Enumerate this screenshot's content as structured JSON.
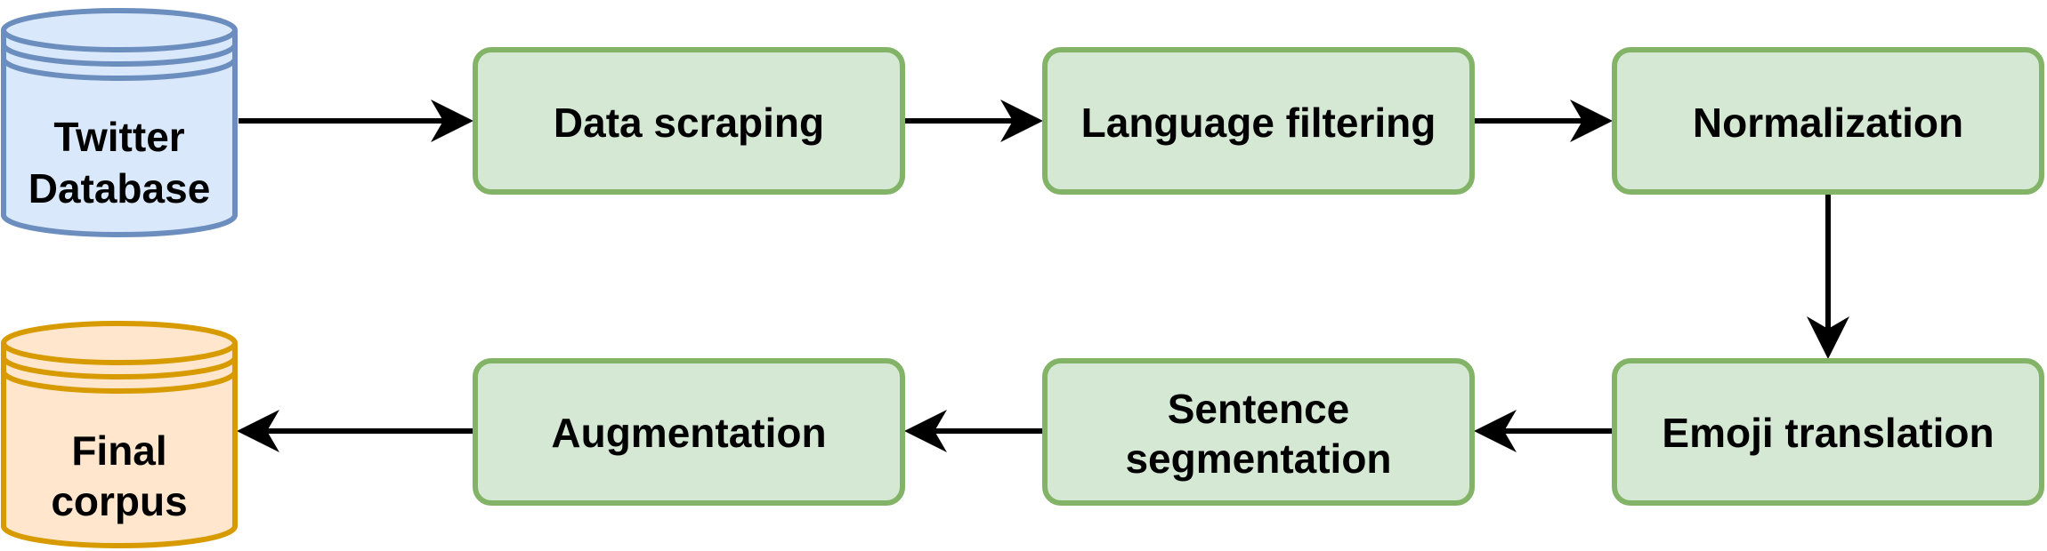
{
  "colors": {
    "process_fill": "#d5e8d4",
    "process_stroke": "#82b366",
    "source_fill": "#dae8fc",
    "source_stroke": "#6c8ebf",
    "output_fill": "#ffe6cc",
    "output_stroke": "#d79b00",
    "arrow": "#000000"
  },
  "nodes": {
    "twitter_database": {
      "type": "database",
      "lines": [
        "Twitter",
        "Database"
      ]
    },
    "data_scraping": {
      "type": "process",
      "lines": [
        "Data scraping"
      ]
    },
    "language_filtering": {
      "type": "process",
      "lines": [
        "Language filtering"
      ]
    },
    "normalization": {
      "type": "process",
      "lines": [
        "Normalization"
      ]
    },
    "emoji_translation": {
      "type": "process",
      "lines": [
        "Emoji translation"
      ]
    },
    "sentence_segmentation": {
      "type": "process",
      "lines": [
        "Sentence",
        "segmentation"
      ]
    },
    "augmentation": {
      "type": "process",
      "lines": [
        "Augmentation"
      ]
    },
    "final_corpus": {
      "type": "database",
      "lines": [
        "Final",
        "corpus"
      ]
    }
  },
  "edges": [
    {
      "from": "twitter_database",
      "to": "data_scraping"
    },
    {
      "from": "data_scraping",
      "to": "language_filtering"
    },
    {
      "from": "language_filtering",
      "to": "normalization"
    },
    {
      "from": "normalization",
      "to": "emoji_translation"
    },
    {
      "from": "emoji_translation",
      "to": "sentence_segmentation"
    },
    {
      "from": "sentence_segmentation",
      "to": "augmentation"
    },
    {
      "from": "augmentation",
      "to": "final_corpus"
    }
  ]
}
